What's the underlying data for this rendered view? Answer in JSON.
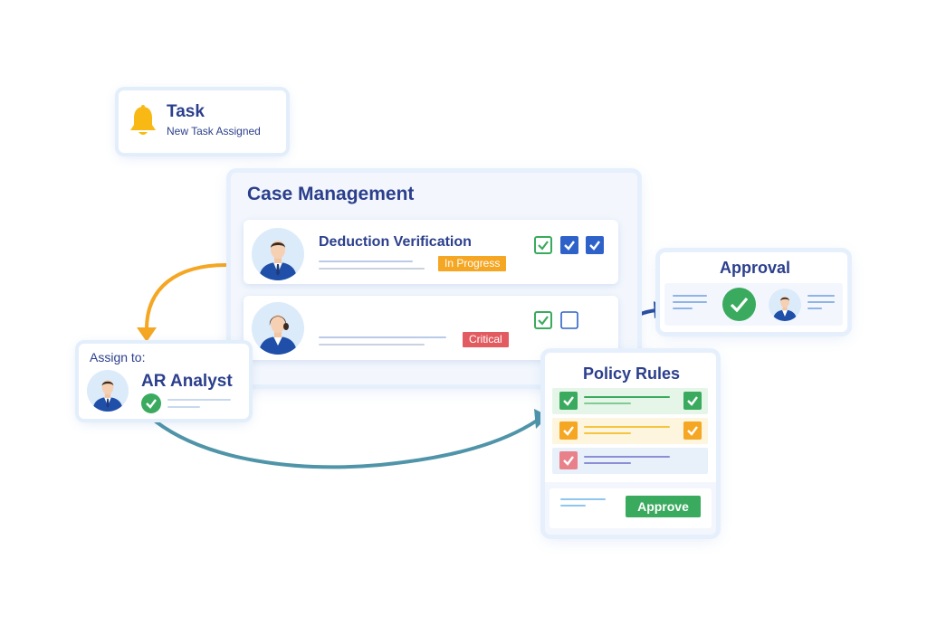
{
  "task": {
    "title": "Task",
    "subtitle": "New Task Assigned",
    "icon": "bell-icon"
  },
  "case_management": {
    "title": "Case Management",
    "items": [
      {
        "title": "Deduction Verification",
        "badge": "In Progress",
        "badge_color": "#f5a623",
        "avatar": "male-agent",
        "checkboxes": [
          "checked-outline",
          "checked-filled",
          "checked-filled"
        ]
      },
      {
        "title": "",
        "badge": "Critical",
        "badge_color": "#e25b61",
        "avatar": "female-agent",
        "checkboxes": [
          "checked-outline",
          "empty"
        ]
      }
    ]
  },
  "assign": {
    "label": "Assign to:",
    "name": "AR Analyst"
  },
  "approval": {
    "title": "Approval"
  },
  "policy_rules": {
    "title": "Policy Rules",
    "rows": [
      {
        "color": "#3aaa5e",
        "bg": "#e5f6e9"
      },
      {
        "color": "#f5a623",
        "bg": "#fdf5dd"
      },
      {
        "color": "#e8818a",
        "bg": "#e8f0fa"
      }
    ],
    "approve_label": "Approve"
  },
  "colors": {
    "navy": "#2b3f8c",
    "blue": "#2f62c9",
    "green": "#3aaa5e",
    "orange": "#f5a623",
    "teal": "#4f94a8",
    "red": "#e25b61"
  }
}
